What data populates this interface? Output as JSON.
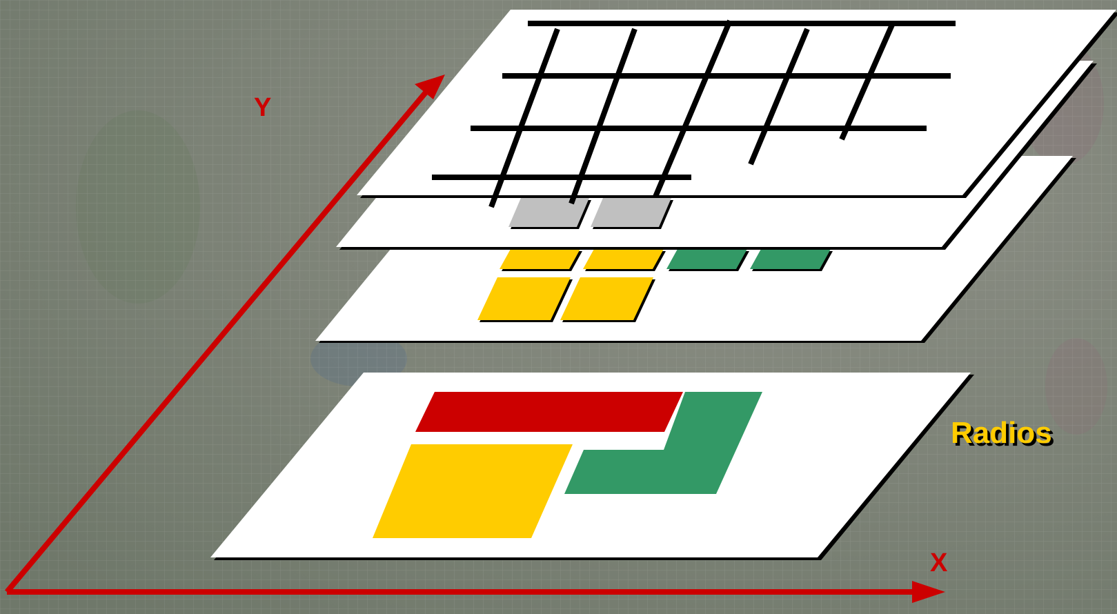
{
  "labels": {
    "y_axis": "Y",
    "x_axis": "X",
    "layer_label": "Radios"
  },
  "colors": {
    "background": "#7f8678",
    "axis": "#cc0000",
    "layer_fill": "#ffffff",
    "grid_line": "#000000",
    "red_zone": "#cc0000",
    "yellow_zone": "#ffcc00",
    "green_zone": "#339966",
    "gray_cell": "#c0c0c0",
    "label_text": "#ffcc00"
  },
  "layers": [
    {
      "id": "vector-zones",
      "kind": "zones",
      "zones": [
        "red",
        "yellow",
        "green"
      ]
    },
    {
      "id": "raster-cells",
      "kind": "cells",
      "cells": [
        "yellow",
        "yellow",
        "green",
        "green",
        "yellow",
        "yellow"
      ]
    },
    {
      "id": "gray-cells",
      "kind": "cells",
      "cells": [
        "gray",
        "gray"
      ]
    },
    {
      "id": "grid-network",
      "kind": "grid"
    }
  ]
}
